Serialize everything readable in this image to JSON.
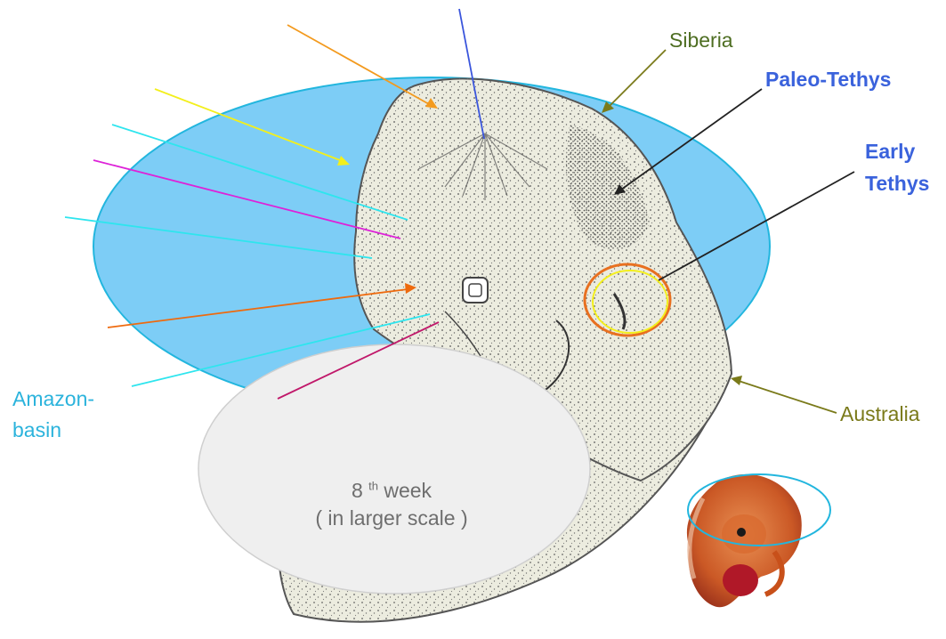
{
  "colors": {
    "ocean_fill": "#7dcdf6",
    "ocean_stroke": "#22b6de",
    "specimen_fill": "#ececdf",
    "specimen_stroke": "#555555",
    "inset_fill": "#efefef",
    "label_olive": "#7a7a1a",
    "label_olive_dark": "#4e6e22",
    "label_blue": "#3a62dc",
    "label_cyan": "#2bb3dc",
    "week_text": "#6e6e6e",
    "pointer_orange": "#f39a1e",
    "pointer_blue": "#3a55dc",
    "pointer_yellow": "#f3ef1c",
    "pointer_cyan": "#2ee5ee",
    "pointer_magenta": "#dd22d8",
    "pointer_dark_orange": "#ee6a0e",
    "pointer_crimson": "#c0186a",
    "pointer_black": "#222222",
    "embryo": "#c8501a"
  },
  "labels": {
    "siberia": "Siberia",
    "paleo_tethys": "Paleo-Tethys",
    "early_tethys_line1": "Early",
    "early_tethys_line2": "Tethys",
    "australia": "Australia",
    "amazon_line1": "Amazon-",
    "amazon_line2": "basin"
  },
  "inset": {
    "week_number": "8",
    "week_suffix": "th",
    "week_word": "week",
    "scale_note": "( in larger scale )"
  },
  "icons": {
    "embryo_photo": "embryo-photo",
    "specimen": "embryo-drawing"
  }
}
